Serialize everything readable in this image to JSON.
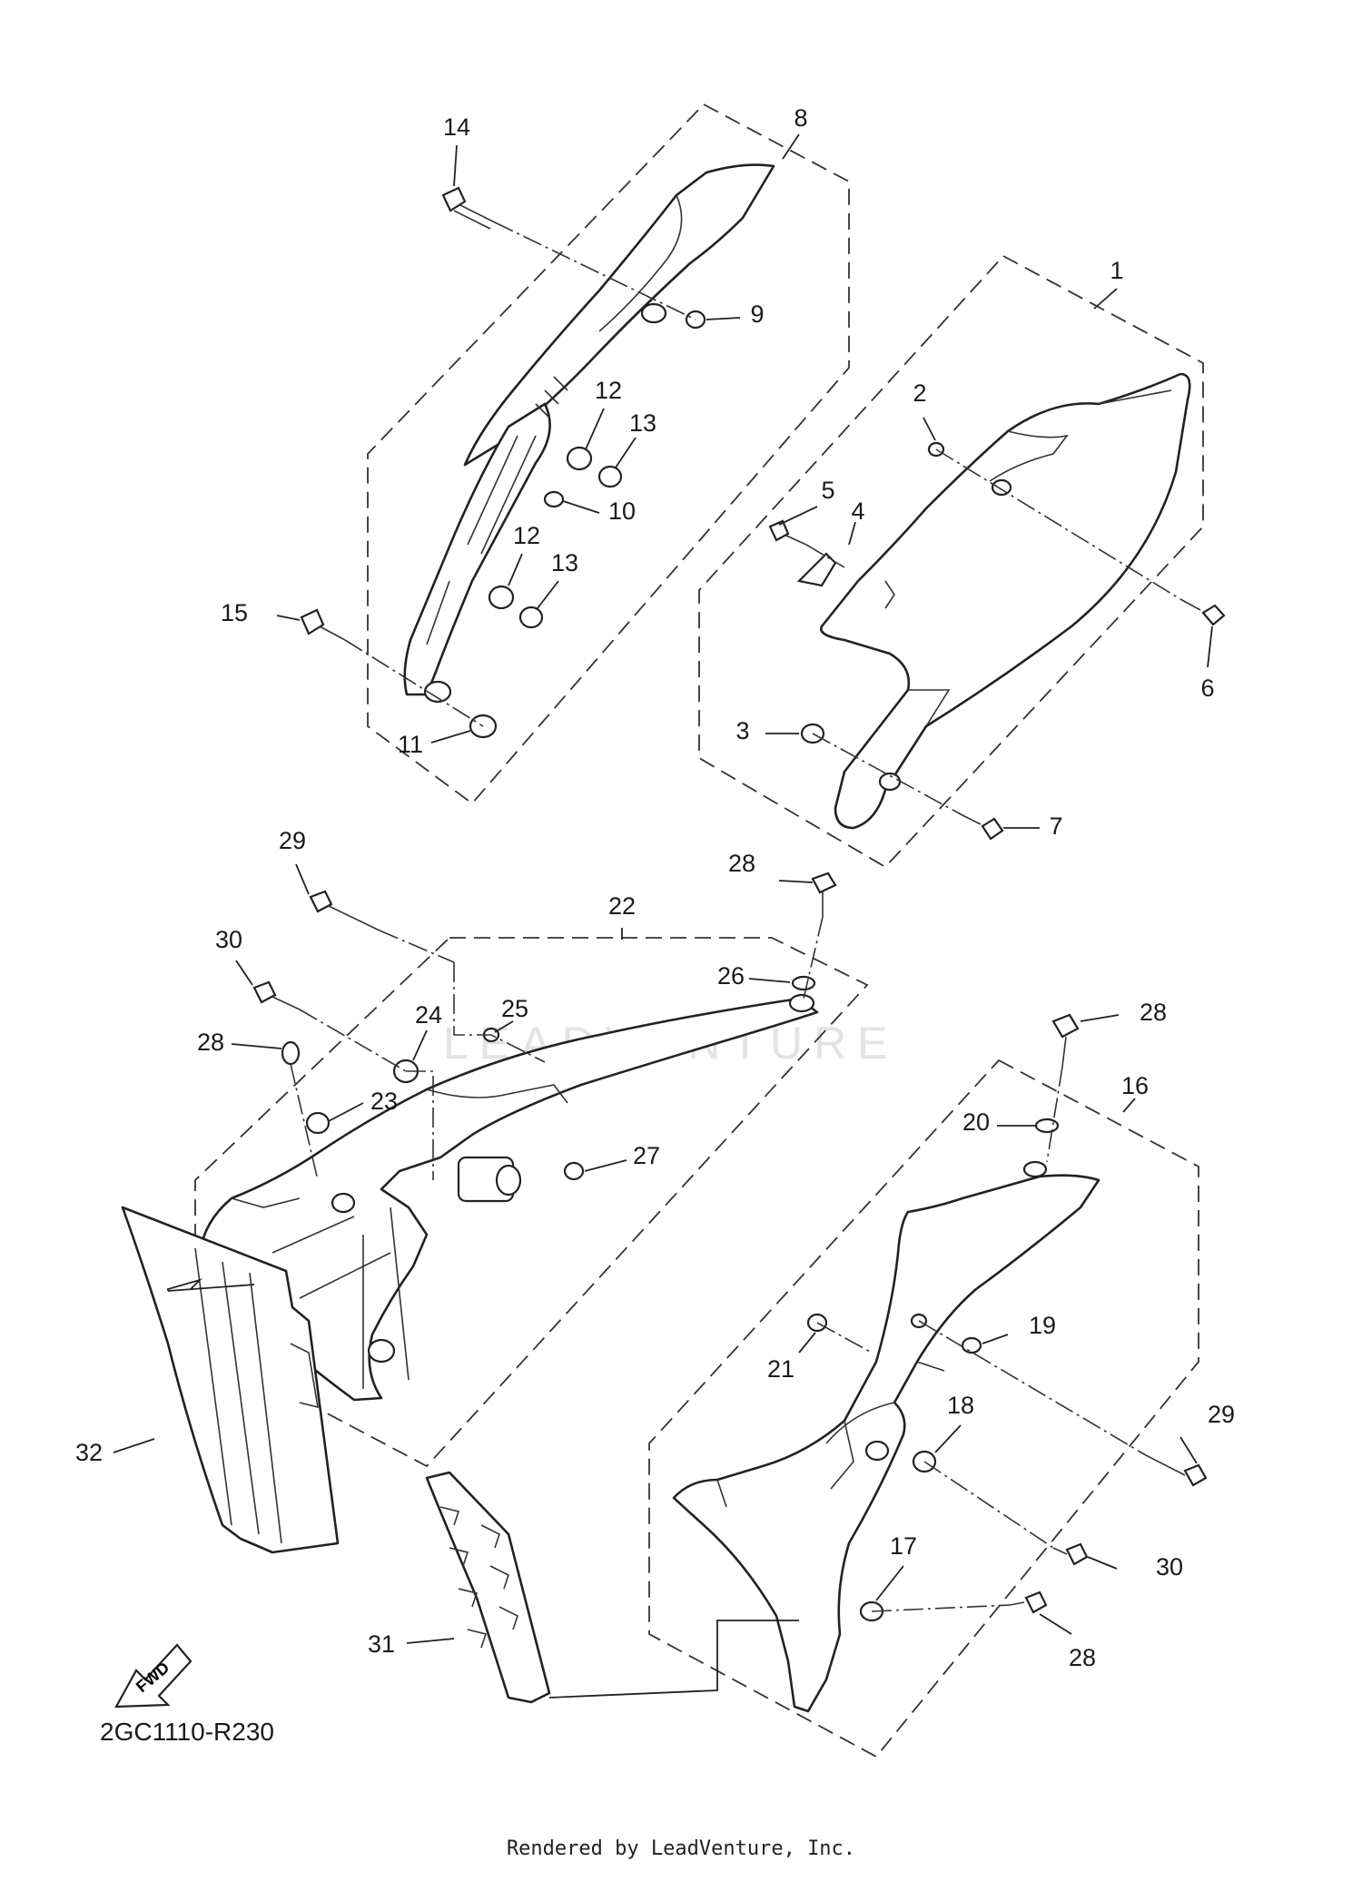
{
  "diagram_code": "2GC1110-R230",
  "rendered_by": "Rendered by LeadVenture, Inc.",
  "watermark": "LEADVENTURE",
  "fwd_badge": "FWD",
  "callouts": [
    {
      "id": "c1",
      "text": "1"
    },
    {
      "id": "c2",
      "text": "2"
    },
    {
      "id": "c3",
      "text": "3"
    },
    {
      "id": "c4",
      "text": "4"
    },
    {
      "id": "c5",
      "text": "5"
    },
    {
      "id": "c6",
      "text": "6"
    },
    {
      "id": "c7",
      "text": "7"
    },
    {
      "id": "c8",
      "text": "8"
    },
    {
      "id": "c9",
      "text": "9"
    },
    {
      "id": "c10",
      "text": "10"
    },
    {
      "id": "c11",
      "text": "11"
    },
    {
      "id": "c12a",
      "text": "12"
    },
    {
      "id": "c12b",
      "text": "12"
    },
    {
      "id": "c13a",
      "text": "13"
    },
    {
      "id": "c13b",
      "text": "13"
    },
    {
      "id": "c14",
      "text": "14"
    },
    {
      "id": "c15",
      "text": "15"
    },
    {
      "id": "c16",
      "text": "16"
    },
    {
      "id": "c17",
      "text": "17"
    },
    {
      "id": "c18",
      "text": "18"
    },
    {
      "id": "c19",
      "text": "19"
    },
    {
      "id": "c20",
      "text": "20"
    },
    {
      "id": "c21",
      "text": "21"
    },
    {
      "id": "c22",
      "text": "22"
    },
    {
      "id": "c23",
      "text": "23"
    },
    {
      "id": "c24",
      "text": "24"
    },
    {
      "id": "c25",
      "text": "25"
    },
    {
      "id": "c26",
      "text": "26"
    },
    {
      "id": "c27",
      "text": "27"
    },
    {
      "id": "c28a",
      "text": "28"
    },
    {
      "id": "c28b",
      "text": "28"
    },
    {
      "id": "c28c",
      "text": "28"
    },
    {
      "id": "c28d",
      "text": "28"
    },
    {
      "id": "c29a",
      "text": "29"
    },
    {
      "id": "c29b",
      "text": "29"
    },
    {
      "id": "c30a",
      "text": "30"
    },
    {
      "id": "c30b",
      "text": "30"
    },
    {
      "id": "c31",
      "text": "31"
    },
    {
      "id": "c32",
      "text": "32"
    }
  ]
}
